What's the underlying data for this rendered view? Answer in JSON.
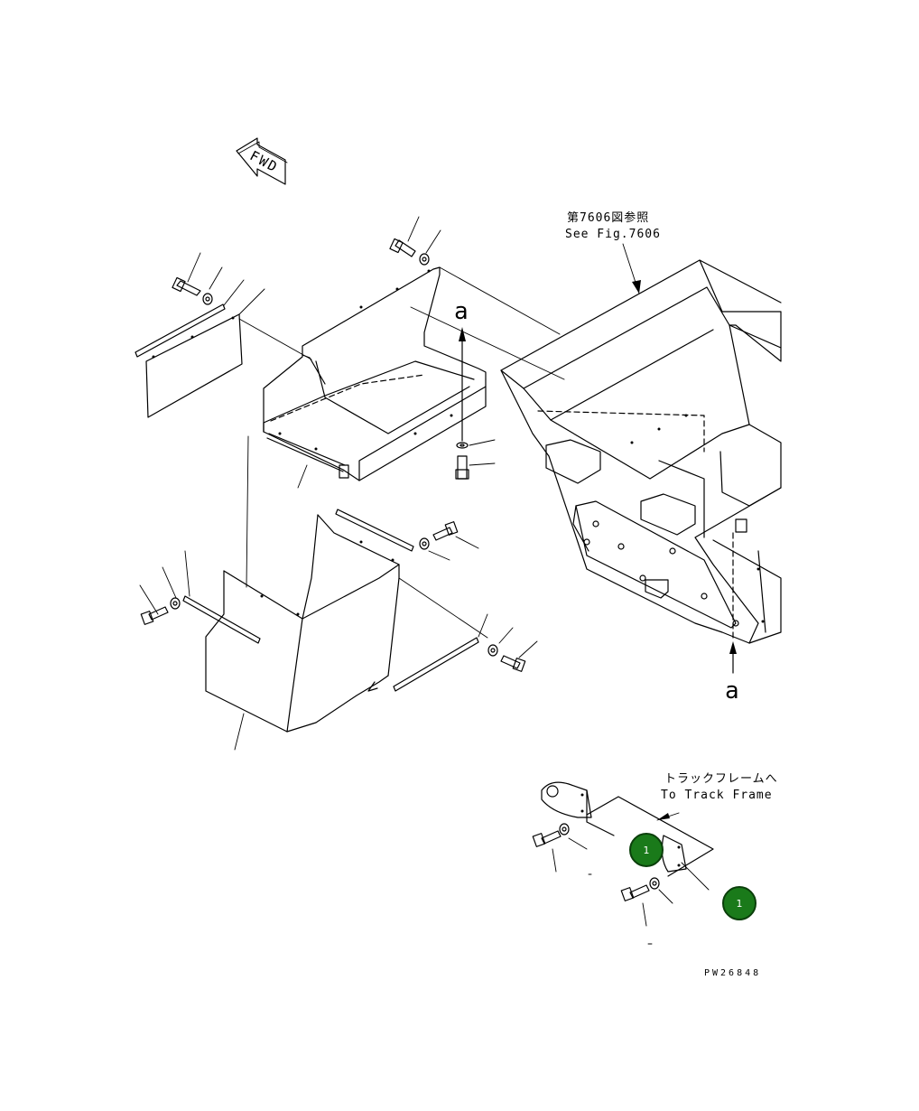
{
  "arrow_label": "FWD",
  "ref_fig": {
    "ja": "第7606図参照",
    "en": "See Fig.7606"
  },
  "track_frame": {
    "ja": "トラックフレームへ",
    "en": "To Track Frame"
  },
  "view_marker_top": "a",
  "view_marker_bottom": "a",
  "drawing_number": "PW26848",
  "callouts": [
    {
      "label": "1"
    },
    {
      "label": "1"
    }
  ],
  "colors": {
    "line": "#000000",
    "badge_fill": "#1a7a1a",
    "badge_border": "#0b3f0b"
  }
}
